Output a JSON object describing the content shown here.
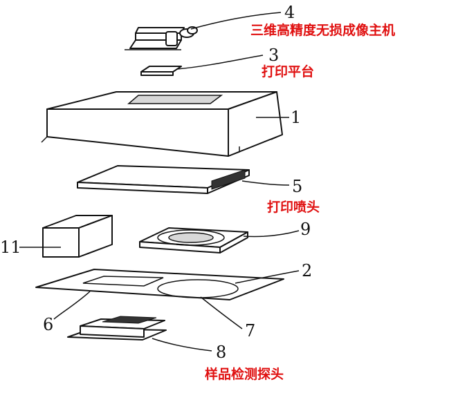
{
  "parts": [
    {
      "number": "4",
      "label": "三维高精度无损成像主机"
    },
    {
      "number": "3",
      "label": "打印平台"
    },
    {
      "number": "1",
      "label": ""
    },
    {
      "number": "5",
      "label": "打印喷头"
    },
    {
      "number": "9",
      "label": ""
    },
    {
      "number": "11",
      "label": ""
    },
    {
      "number": "2",
      "label": ""
    },
    {
      "number": "6",
      "label": ""
    },
    {
      "number": "7",
      "label": ""
    },
    {
      "number": "8",
      "label": "样品检测探头"
    }
  ]
}
